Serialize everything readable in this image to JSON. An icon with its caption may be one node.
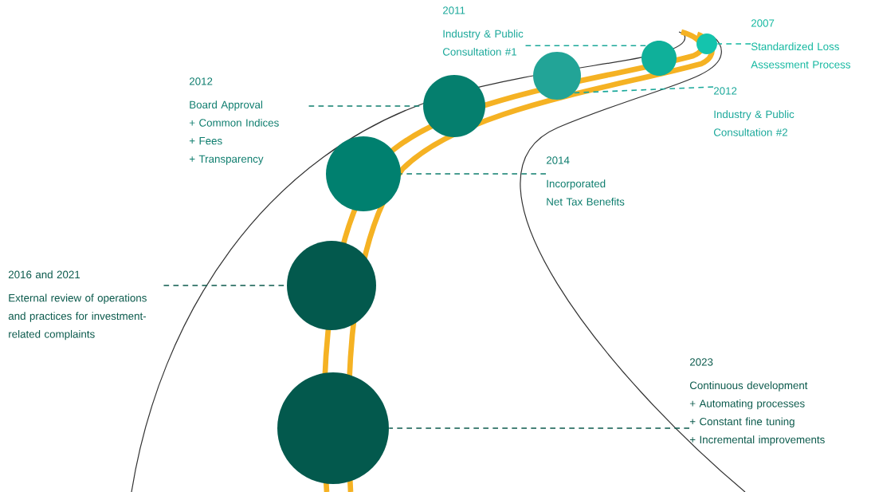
{
  "diagram": {
    "nodes": [
      {
        "text": [
          "2011",
          "Industry & Public Consultation #1"
        ]
      },
      {
        "text": [
          "2007",
          "Standardized Loss Assessment Process"
        ]
      },
      {
        "text": [
          "2012",
          "Board Approval",
          "+ Common Indices",
          "+ Fees",
          "+ Transparency"
        ]
      },
      {
        "text": [
          "2012",
          "Industry & Public Consultation #2"
        ]
      },
      {
        "text": [
          "2014",
          "Incorporated Net Tax Benefits"
        ]
      },
      {
        "text": [
          "2016 and 2021",
          "External review of operations and practices for investment-related complaints"
        ]
      },
      {
        "text": [
          "2023",
          "Continuous development",
          "+ Automating processes",
          "+ Constant fine tuning",
          "+ Incremental improvements"
        ]
      },
      {
        "text": [],
        "shape": "circle"
      },
      {
        "text": [],
        "shape": "circle"
      },
      {
        "text": [],
        "shape": "circle"
      },
      {
        "text": [],
        "shape": "circle"
      },
      {
        "text": [],
        "shape": "circle"
      },
      {
        "text": [],
        "shape": "circle"
      },
      {
        "text": [],
        "shape": "circle"
      }
    ],
    "edges": [
      {
        "from": 0,
        "to": 8,
        "arrow": "none",
        "style": "dashed"
      },
      {
        "from": 1,
        "to": 7,
        "arrow": "none",
        "style": "dashed"
      },
      {
        "from": 2,
        "to": 10,
        "arrow": "none",
        "style": "dashed"
      },
      {
        "from": 3,
        "to": 9,
        "arrow": "none",
        "style": "dashed"
      },
      {
        "from": 4,
        "to": 11,
        "arrow": "none",
        "style": "dashed"
      },
      {
        "from": 5,
        "to": 12,
        "arrow": "none",
        "style": "dashed"
      },
      {
        "from": 6,
        "to": 13,
        "arrow": "none",
        "style": "dashed"
      }
    ]
  }
}
